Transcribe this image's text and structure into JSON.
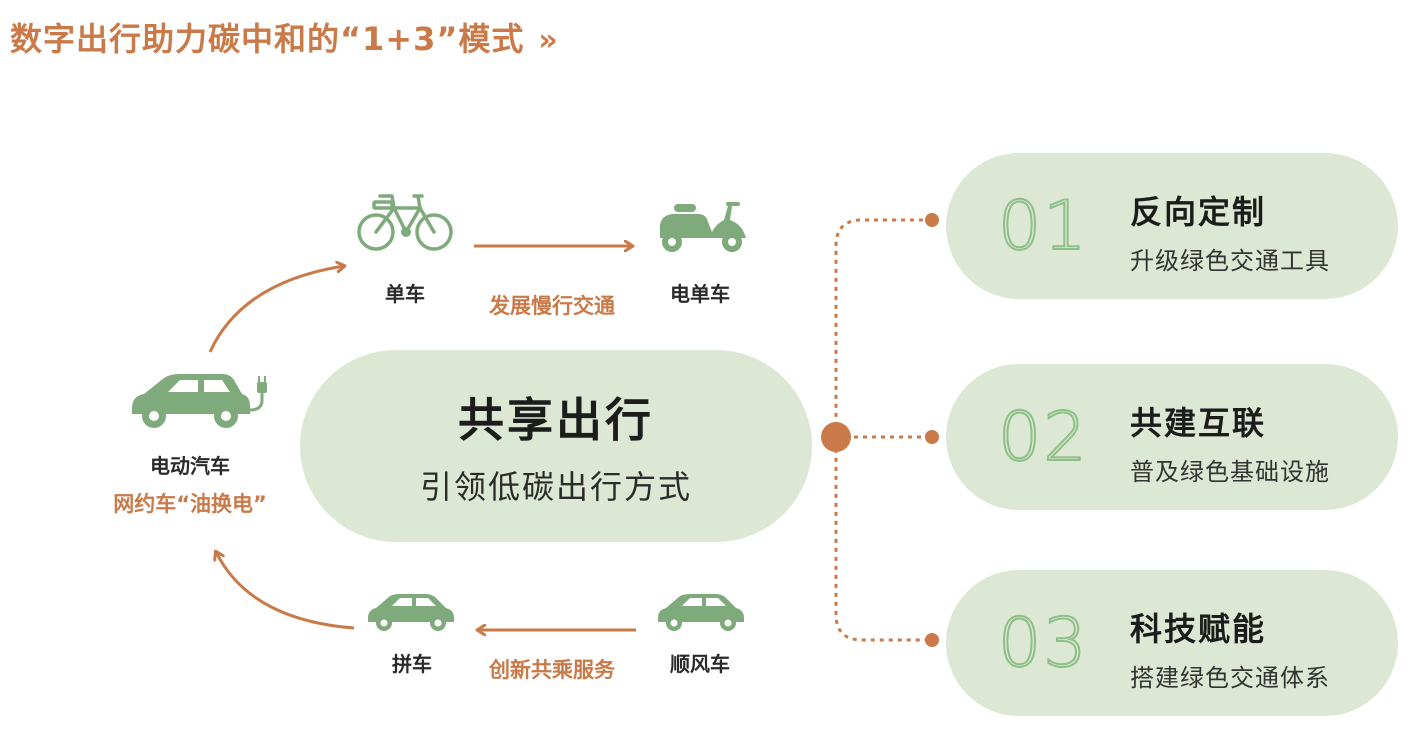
{
  "title": "数字出行助力碳中和的“1+3”模式",
  "title_arrow": "»",
  "colors": {
    "accent_orange": "#c97a48",
    "icon_green": "#7faa7c",
    "pill_bg": "#dde8d4",
    "number_outline": "#8fbf88"
  },
  "cycle": {
    "ev": {
      "icon": "electric-car-icon",
      "label": "电动汽车",
      "caption": "网约车“油换电”"
    },
    "bike": {
      "icon": "bicycle-icon",
      "label": "单车"
    },
    "ebike": {
      "icon": "scooter-icon",
      "label": "电单车"
    },
    "hitch": {
      "icon": "car-icon",
      "label": "顺风车"
    },
    "carpool": {
      "icon": "car-icon",
      "label": "拼车"
    },
    "top_caption": "发展慢行交通",
    "bottom_caption": "创新共乘服务"
  },
  "center": {
    "title": "共享出行",
    "subtitle": "引领低碳出行方式"
  },
  "pillars": [
    {
      "number": "01",
      "title": "反向定制",
      "subtitle": "升级绿色交通工具"
    },
    {
      "number": "02",
      "title": "共建互联",
      "subtitle": "普及绿色基础设施"
    },
    {
      "number": "03",
      "title": "科技赋能",
      "subtitle": "搭建绿色交通体系"
    }
  ]
}
